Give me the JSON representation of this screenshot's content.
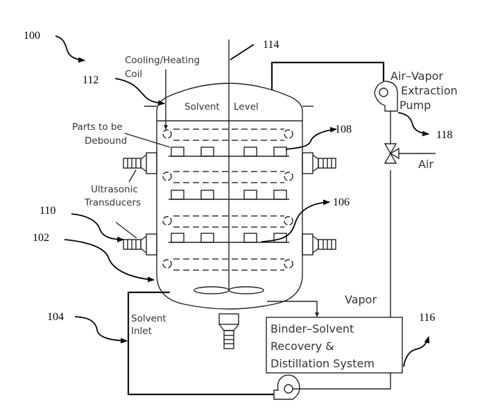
{
  "figure": {
    "title": "Solvent debinding apparatus with ultrasonic transducers",
    "reference_numerals": {
      "system": "100",
      "vessel": "102",
      "solvent_inlet": "104",
      "lower_parts_rack": "106",
      "upper_parts_rack": "108",
      "ultrasonic_transducer": "110",
      "cooling_heating_coil": "112",
      "agitator_shaft": "114",
      "recovery_system": "116",
      "extraction_pump": "118"
    },
    "labels": {
      "coil_line1": "Cooling/Heating",
      "coil_line2": "Coil",
      "solvent_level_1": "Solvent",
      "solvent_level_2": "Level",
      "parts_line1": "Parts to be",
      "parts_line2": "Debound",
      "transducers_line1": "Ultrasonic",
      "transducers_line2": "Transducers",
      "pump_line1": "Air–Vapor",
      "pump_line2": "Extraction",
      "pump_line3": "Pump",
      "air": "Air",
      "vapor": "Vapor",
      "inlet_line1": "Solvent",
      "inlet_line2": "Inlet",
      "recovery_line1": "Binder–Solvent",
      "recovery_line2": "Recovery  &",
      "recovery_line3": "Distillation  System"
    }
  }
}
